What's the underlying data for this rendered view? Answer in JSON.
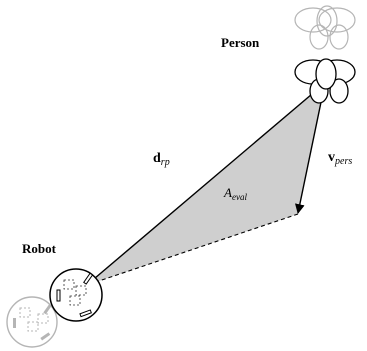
{
  "labels": {
    "person": "Person",
    "robot": "Robot",
    "d_main": "d",
    "d_sub": "rp",
    "v_main": "v",
    "v_sub": "pers",
    "a_main": "A",
    "a_sub": "eval"
  },
  "colors": {
    "area_fill": "#cfcfcf",
    "stroke": "#000000",
    "ghost": "#b5b5b5"
  },
  "icons": {
    "person_current": "person-topdown-icon",
    "person_previous": "person-ghost-icon",
    "robot_current": "robot-topdown-icon",
    "robot_previous": "robot-ghost-icon"
  }
}
